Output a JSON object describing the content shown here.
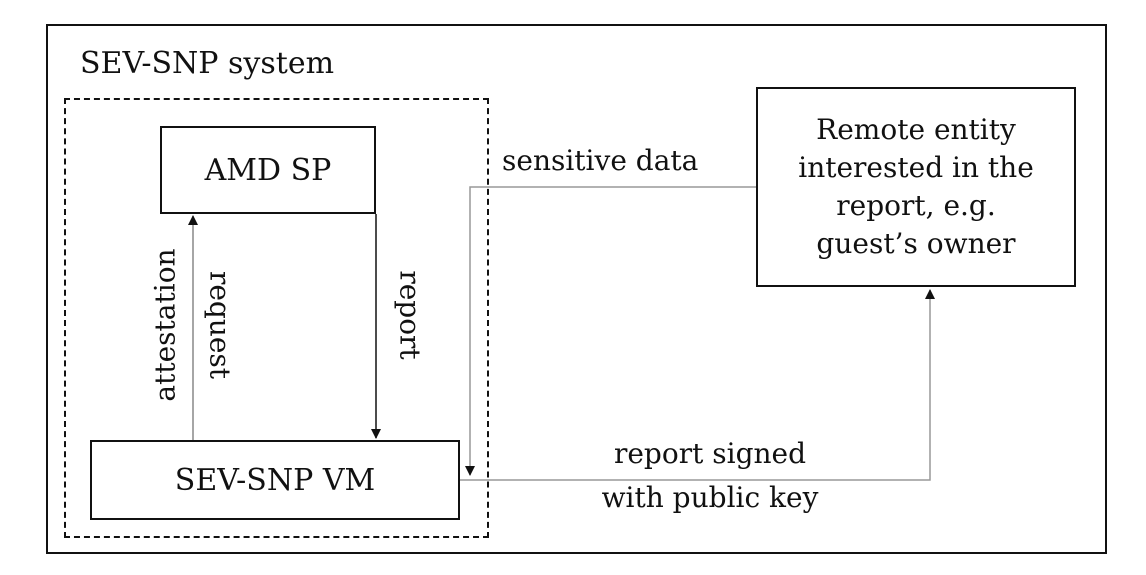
{
  "system": {
    "title": "SEV-SNP system"
  },
  "nodes": {
    "amd_sp": "AMD SP",
    "sev_snp_vm": "SEV-SNP VM",
    "remote_entity": "Remote entity\ninterested in the\nreport, e.g.\nguest’s owner"
  },
  "edges": {
    "attestation": "attestation",
    "request": "request",
    "report": "report",
    "sensitive_data": "sensitive data",
    "report_signed": "report signed\nwith public key"
  },
  "colors": {
    "line": "#111111",
    "thin_line": "#888888"
  }
}
